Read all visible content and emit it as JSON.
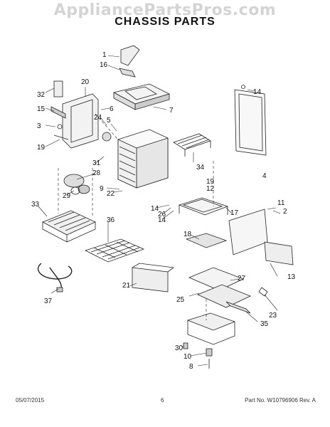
{
  "watermark": "AppliancePartsPros.com",
  "title": "CHASSIS PARTS",
  "footer": {
    "date": "05/07/2015",
    "page": "6",
    "part_number": "Part No. W10796906  Rev. A"
  },
  "callouts": [
    "1",
    "16",
    "20",
    "32",
    "15",
    "3",
    "19",
    "6",
    "24",
    "5",
    "7",
    "14",
    "4",
    "31",
    "28",
    "29",
    "9",
    "22",
    "34",
    "33",
    "36",
    "19",
    "12",
    "14",
    "26",
    "14",
    "11",
    "2",
    "17",
    "18",
    "13",
    "21",
    "37",
    "25",
    "27",
    "23",
    "35",
    "30",
    "10",
    "8",
    "14"
  ]
}
